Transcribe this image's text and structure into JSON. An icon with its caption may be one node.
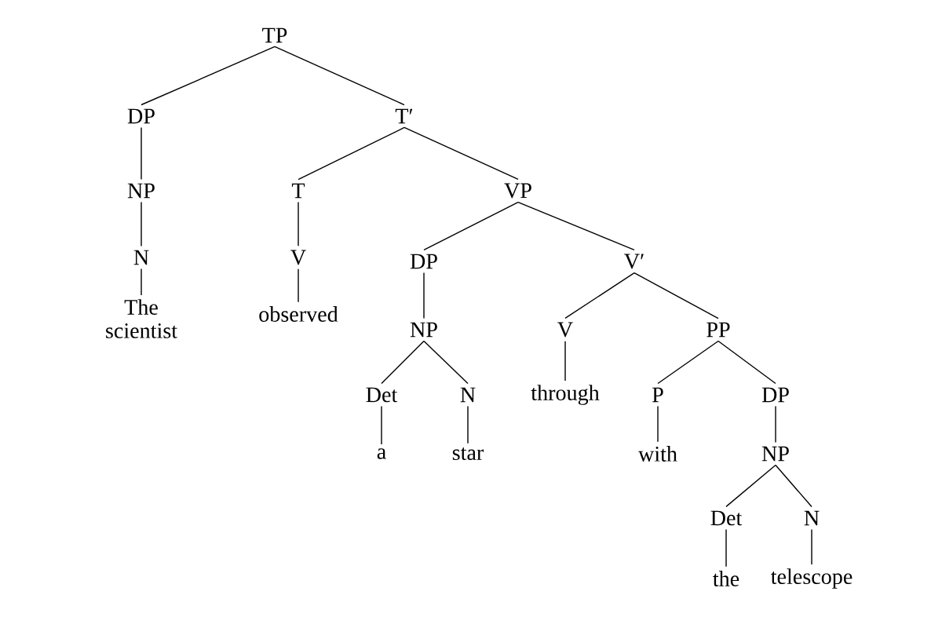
{
  "diagram": {
    "nodes": [
      {
        "text": [
          "TP"
        ]
      },
      {
        "text": [
          "DP"
        ]
      },
      {
        "text": [
          "T′"
        ]
      },
      {
        "text": [
          "NP"
        ]
      },
      {
        "text": [
          "N"
        ]
      },
      {
        "text": [
          "The scientist"
        ]
      },
      {
        "text": [
          "T"
        ]
      },
      {
        "text": [
          "V"
        ]
      },
      {
        "text": [
          "observed"
        ]
      },
      {
        "text": [
          "VP"
        ]
      },
      {
        "text": [
          "DP"
        ]
      },
      {
        "text": [
          "NP"
        ]
      },
      {
        "text": [
          "Det"
        ]
      },
      {
        "text": [
          "a"
        ]
      },
      {
        "text": [
          "N"
        ]
      },
      {
        "text": [
          "star"
        ]
      },
      {
        "text": [
          "V′"
        ]
      },
      {
        "text": [
          "V"
        ]
      },
      {
        "text": [
          "through"
        ]
      },
      {
        "text": [
          "PP"
        ]
      },
      {
        "text": [
          "P"
        ]
      },
      {
        "text": [
          "with"
        ]
      },
      {
        "text": [
          "DP"
        ]
      },
      {
        "text": [
          "NP"
        ]
      },
      {
        "text": [
          "Det"
        ]
      },
      {
        "text": [
          "the"
        ]
      },
      {
        "text": [
          "N"
        ]
      },
      {
        "text": [
          "telescope"
        ]
      }
    ],
    "edges": [
      {
        "from": 0,
        "to": 1,
        "arrow": "none"
      },
      {
        "from": 0,
        "to": 2,
        "arrow": "none"
      },
      {
        "from": 1,
        "to": 3,
        "arrow": "none"
      },
      {
        "from": 3,
        "to": 4,
        "arrow": "none"
      },
      {
        "from": 4,
        "to": 5,
        "arrow": "none"
      },
      {
        "from": 2,
        "to": 6,
        "arrow": "none"
      },
      {
        "from": 2,
        "to": 9,
        "arrow": "none"
      },
      {
        "from": 6,
        "to": 7,
        "arrow": "none"
      },
      {
        "from": 7,
        "to": 8,
        "arrow": "none"
      },
      {
        "from": 9,
        "to": 10,
        "arrow": "none"
      },
      {
        "from": 9,
        "to": 16,
        "arrow": "none"
      },
      {
        "from": 10,
        "to": 11,
        "arrow": "none"
      },
      {
        "from": 11,
        "to": 12,
        "arrow": "none"
      },
      {
        "from": 11,
        "to": 14,
        "arrow": "none"
      },
      {
        "from": 12,
        "to": 13,
        "arrow": "none"
      },
      {
        "from": 14,
        "to": 15,
        "arrow": "none"
      },
      {
        "from": 16,
        "to": 17,
        "arrow": "none"
      },
      {
        "from": 16,
        "to": 19,
        "arrow": "none"
      },
      {
        "from": 17,
        "to": 18,
        "arrow": "none"
      },
      {
        "from": 19,
        "to": 20,
        "arrow": "none"
      },
      {
        "from": 19,
        "to": 22,
        "arrow": "none"
      },
      {
        "from": 20,
        "to": 21,
        "arrow": "none"
      },
      {
        "from": 22,
        "to": 23,
        "arrow": "none"
      },
      {
        "from": 23,
        "to": 24,
        "arrow": "none"
      },
      {
        "from": 23,
        "to": 26,
        "arrow": "none"
      },
      {
        "from": 24,
        "to": 25,
        "arrow": "none"
      },
      {
        "from": 26,
        "to": 27,
        "arrow": "none"
      }
    ]
  }
}
